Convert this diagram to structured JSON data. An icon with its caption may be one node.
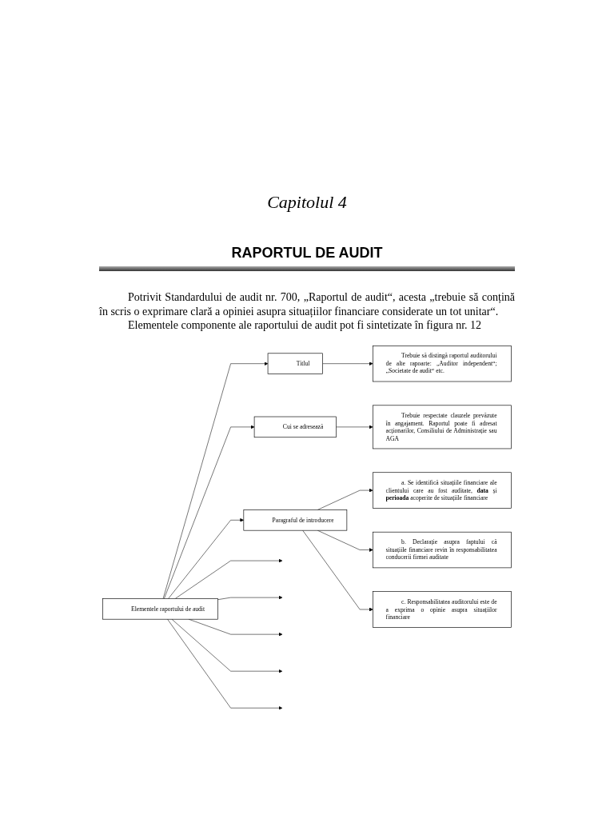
{
  "diagram": {
    "title": "RAPORTUL DE AUDIT",
    "nodes": [
      {
        "text": [
          "Elementele raportului de audit"
        ]
      },
      {
        "text": [
          "Titlul"
        ]
      },
      {
        "text": [
          "Trebuie să distingă raportul auditorului de alte rapoarte: „Auditor independent“; „Societate de audit“ etc."
        ]
      },
      {
        "text": [
          "Cui se adresează"
        ]
      },
      {
        "text": [
          "Trebuie respectate clauzele prevăzute în angajament. Raportul poate fi adresat acționarilor, Consiliului de Administrație sau AGA"
        ]
      },
      {
        "text": [
          "Paragraful de introducere"
        ]
      },
      {
        "text": [
          "a. Se identifică situațiile financiare ale clientului care au fost auditate, **data** și **perioada** acoperite de situațiile financiare"
        ]
      },
      {
        "text": [
          "b. Declarație asupra faptului că situațiile financiare revin în responsabilitatea conducerii firmei auditate"
        ]
      },
      {
        "text": [
          "c. Responsabilitatea auditorului este de a exprima o opinie asupra situațiilor financiare"
        ]
      }
    ],
    "edges": [
      {
        "from": 0,
        "to": 1,
        "arrow": "to"
      },
      {
        "from": 0,
        "to": 3,
        "arrow": "to"
      },
      {
        "from": 0,
        "to": 5,
        "arrow": "to"
      },
      {
        "from": 1,
        "to": 2,
        "arrow": "to"
      },
      {
        "from": 3,
        "to": 4,
        "arrow": "to"
      },
      {
        "from": 5,
        "to": 6,
        "arrow": "to"
      },
      {
        "from": 5,
        "to": 7,
        "arrow": "to"
      },
      {
        "from": 5,
        "to": 8,
        "arrow": "to"
      },
      {
        "from": 0,
        "to": null,
        "arrow": "to"
      },
      {
        "from": 0,
        "to": null,
        "arrow": "to"
      },
      {
        "from": 0,
        "to": null,
        "arrow": "to"
      },
      {
        "from": 0,
        "to": null,
        "arrow": "to"
      },
      {
        "from": 0,
        "to": null,
        "arrow": "to"
      }
    ],
    "labels": [
      "Capitolul 4",
      "Potrivit Standardului de audit nr. 700, „Raportul de audit“, acesta „trebuie să conțină în scris o exprimare clară a opiniei asupra situațiilor financiare considerate un tot unitar“.",
      "Elementele componente ale raportului de audit pot fi sintetizate în figura nr. 12"
    ]
  }
}
